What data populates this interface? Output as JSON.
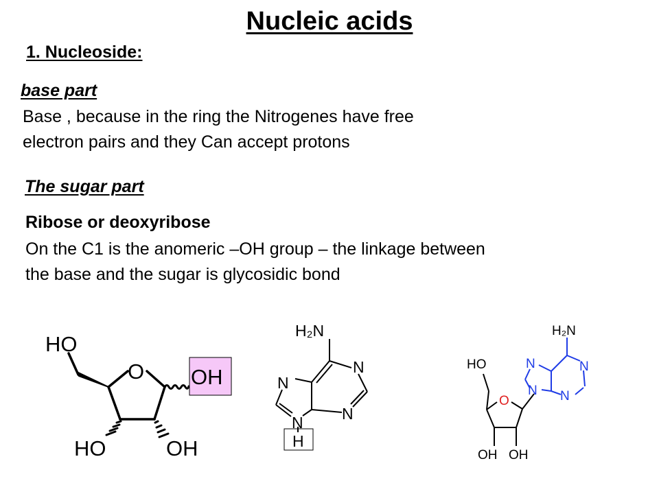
{
  "title": "Nucleic acids",
  "section": "1. Nucleoside:",
  "base": {
    "heading": "base part",
    "line1": "Base , because in the ring the Nitrogenes have free",
    "line2": "electron pairs and they Can accept protons"
  },
  "sugar": {
    "heading": "The sugar part",
    "subheading": "Ribose or deoxyribose",
    "line1": "On the C1 is the anomeric –OH  group – the linkage between",
    "line2": "the base and the sugar is glycosidic bond"
  },
  "ribose": {
    "ho_top": "HO",
    "ring_o": "O",
    "oh_anomeric": "OH",
    "ho_bottom": "HO",
    "oh_bottom": "OH",
    "highlight_color": "#f6c8f8"
  },
  "adenine": {
    "amine": "H₂N",
    "n1": "N",
    "n3": "N",
    "n7": "N",
    "n9": "N",
    "h9": "H"
  },
  "adenosine": {
    "amine": "H₂N",
    "ho": "HO",
    "o": "O",
    "n1": "N",
    "n3": "N",
    "n7": "N",
    "n9": "N",
    "oh1": "OH",
    "oh2": "OH",
    "base_color": "#1f3ce6",
    "oxygen_color": "#e02020"
  }
}
